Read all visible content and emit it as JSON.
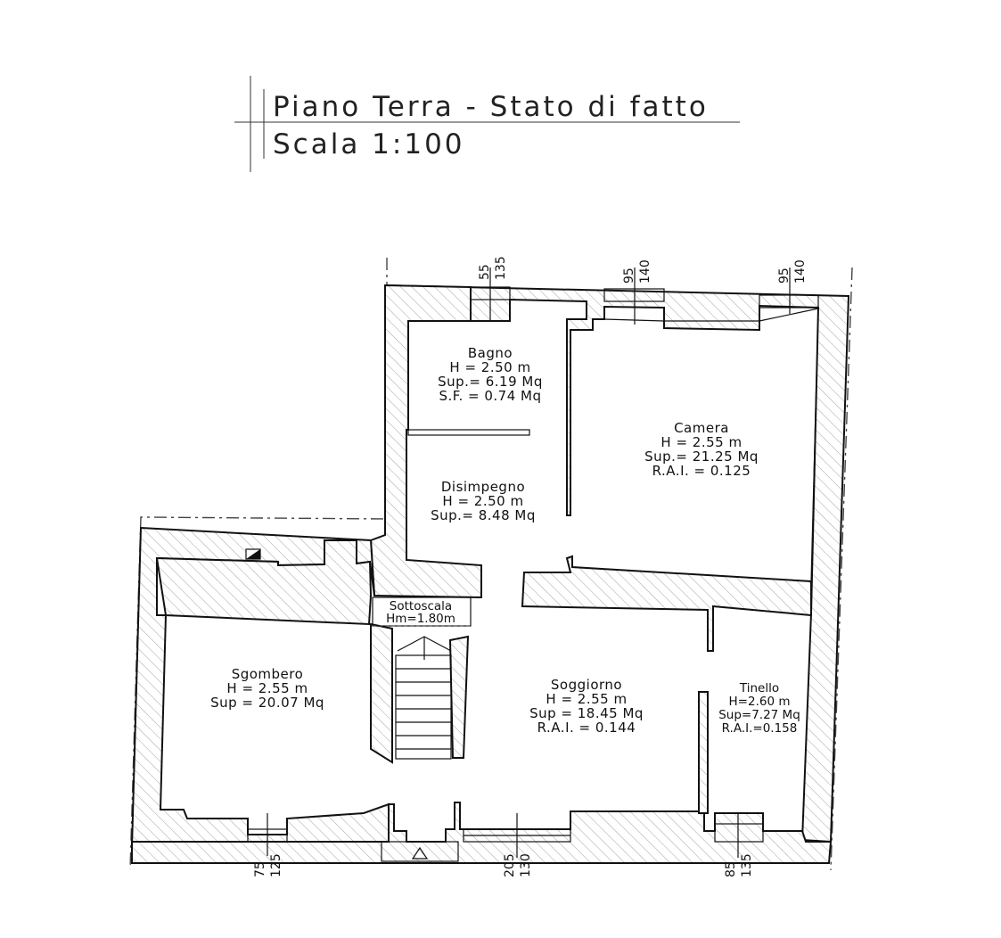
{
  "title": {
    "line1": "Piano Terra - Stato di fatto",
    "line2": "Scala 1:100"
  },
  "rooms": {
    "bagno": {
      "name": "Bagno",
      "h": "H = 2.50 m",
      "sup": "Sup.= 6.19 Mq",
      "extra": "S.F. = 0.74 Mq"
    },
    "camera": {
      "name": "Camera",
      "h": "H = 2.55 m",
      "sup": "Sup.= 21.25 Mq",
      "extra": "R.A.I. = 0.125"
    },
    "disimpegno": {
      "name": "Disimpegno",
      "h": "H = 2.50 m",
      "sup": "Sup.= 8.48 Mq"
    },
    "sottoscala": {
      "name": "Sottoscala",
      "h": "Hm=1.80m"
    },
    "sgombero": {
      "name": "Sgombero",
      "h": "H = 2.55 m",
      "sup": "Sup = 20.07 Mq"
    },
    "soggiorno": {
      "name": "Soggiorno",
      "h": "H = 2.55 m",
      "sup": "Sup = 18.45 Mq",
      "extra": "R.A.I. = 0.144"
    },
    "tinello": {
      "name": "Tinello",
      "h": "H=2.60 m",
      "sup": "Sup=7.27 Mq",
      "extra": "R.A.I.=0.158"
    }
  },
  "openings": {
    "top_bagno": {
      "a": "55",
      "b": "135"
    },
    "top_camera_left": {
      "a": "95",
      "b": "140"
    },
    "top_camera_right": {
      "a": "95",
      "b": "140"
    },
    "bottom_sgombero": {
      "a": "75",
      "b": "125"
    },
    "bottom_soggiorno": {
      "a": "205",
      "b": "130"
    },
    "bottom_tinello": {
      "a": "85",
      "b": "135"
    }
  }
}
